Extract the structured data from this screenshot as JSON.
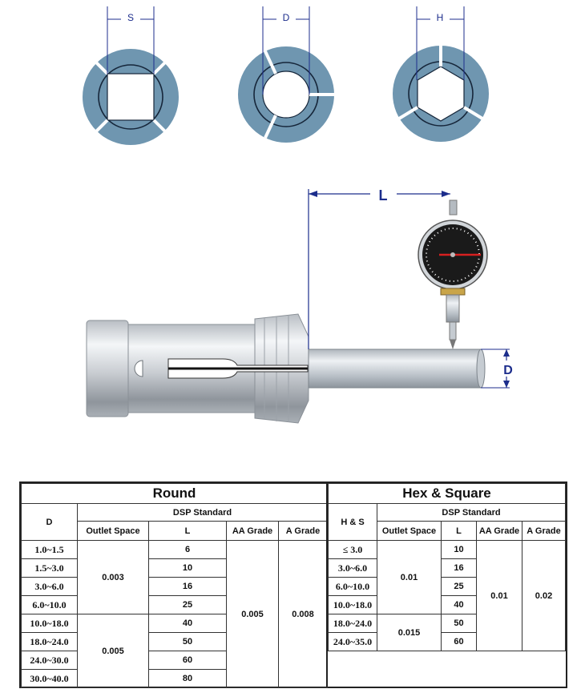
{
  "figure": {
    "profile_labels": {
      "square": "S",
      "round": "D",
      "hex": "H"
    },
    "length_label": "L",
    "diameter_label": "D",
    "colors": {
      "collet_ring": "#6f96b0",
      "dimension_line": "#1c2d8c",
      "gauge_face": "#1a1a1a",
      "gauge_needle": "#d62020"
    }
  },
  "round": {
    "title": "Round",
    "col_d": "D",
    "standard": "DSP Standard",
    "headers": [
      "Outlet Space",
      "L",
      "AA Grade",
      "A Grade"
    ],
    "ranges": [
      "1.0~1.5",
      "1.5~3.0",
      "3.0~6.0",
      "6.0~10.0",
      "10.0~18.0",
      "18.0~24.0",
      "24.0~30.0",
      "30.0~40.0"
    ],
    "outlet_space": [
      "0.003",
      "0.005"
    ],
    "L": [
      "6",
      "10",
      "16",
      "25",
      "40",
      "50",
      "60",
      "80"
    ],
    "aa_grade": "0.005",
    "a_grade": "0.008"
  },
  "hex": {
    "title": "Hex  &  Square",
    "col_hs": "H  & S",
    "standard": "DSP Standard",
    "headers": [
      "Outlet Space",
      "L",
      "AA Grade",
      "A Grade"
    ],
    "ranges": [
      "≤ 3.0",
      "3.0~6.0",
      "6.0~10.0",
      "10.0~18.0",
      "18.0~24.0",
      "24.0~35.0"
    ],
    "outlet_space": [
      "0.01",
      "0.015"
    ],
    "L": [
      "10",
      "16",
      "25",
      "40",
      "50",
      "60"
    ],
    "aa_grade": "0.01",
    "a_grade": "0.02"
  }
}
